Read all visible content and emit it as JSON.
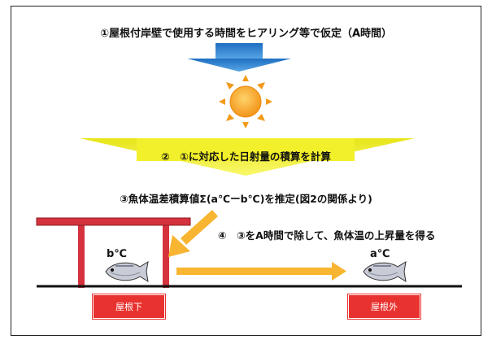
{
  "steps": {
    "step1": "①屋根付岸壁で使用する時間をヒアリング等で仮定（A時間）",
    "step2": "②　①に対応した日射量の積算を計算",
    "step3": "③魚体温差積算値Σ(a℃ーb℃)を推定(図2の関係より)",
    "step4": "④　③をA時間で除して、魚体温の上昇量を得る"
  },
  "labels": {
    "under_temp": "b℃",
    "outside_temp": "a℃",
    "under_roof": "屋根下",
    "outside_roof": "屋根外"
  },
  "colors": {
    "blue_arrow": "#2d78c8",
    "sun_core": "#f7a21b",
    "sun_rays": "#f39a1a",
    "yellow_banner": "#f2f02a",
    "orange_arrow": "#f7b531",
    "roof": "#d5323d",
    "badge": "#e8322f"
  },
  "icons": [
    "sun-icon",
    "fish-icon",
    "down-arrow-icon",
    "right-arrow-icon",
    "diagonal-arrow-icon"
  ]
}
